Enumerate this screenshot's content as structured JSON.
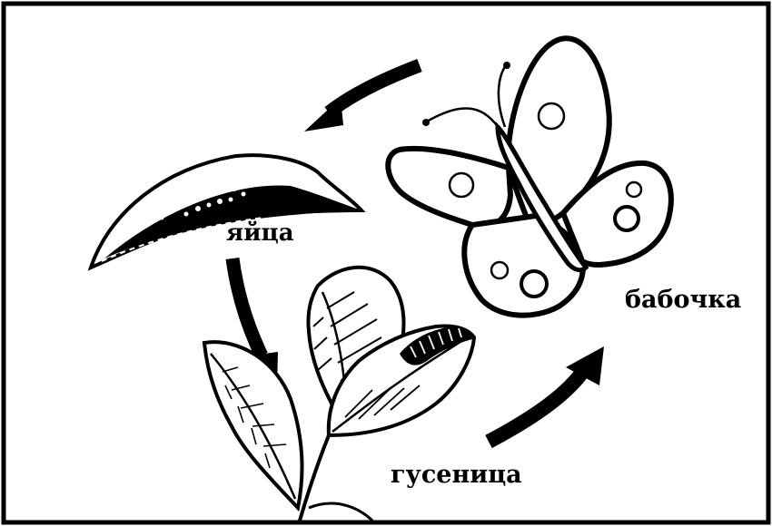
{
  "stages": {
    "eggs": {
      "label": "яйца",
      "icon": "leaf-with-eggs-icon"
    },
    "caterpillar": {
      "label": "гусеница",
      "icon": "caterpillar-on-leaves-icon"
    },
    "butterfly": {
      "label": "бабочка",
      "icon": "butterfly-icon"
    }
  },
  "cycle_order": [
    "яйца",
    "гусеница",
    "бабочка"
  ],
  "colors": {
    "ink": "#000000",
    "paper": "#ffffff"
  }
}
